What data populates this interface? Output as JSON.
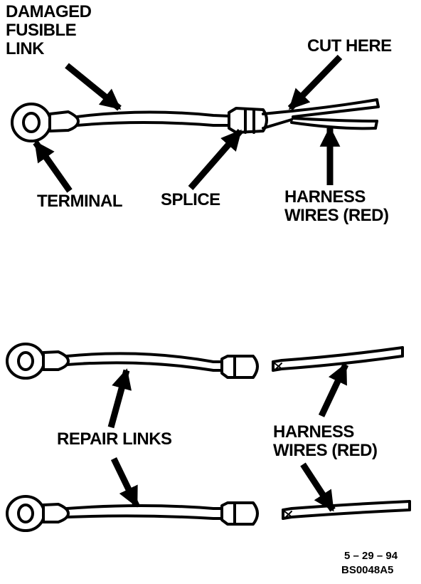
{
  "top_figure": {
    "damaged_fusible_link": [
      "DAMAGED",
      "FUSIBLE",
      "LINK"
    ],
    "cut_here": "CUT HERE",
    "terminal": "TERMINAL",
    "splice": "SPLICE",
    "harness_wires": [
      "HARNESS",
      "WIRES (RED)"
    ]
  },
  "bottom_figure": {
    "repair_links": "REPAIR LINKS",
    "harness_wires": [
      "HARNESS",
      "WIRES (RED)"
    ]
  },
  "footer": {
    "date": "5 – 29 – 94",
    "code": "BS0048A5"
  }
}
